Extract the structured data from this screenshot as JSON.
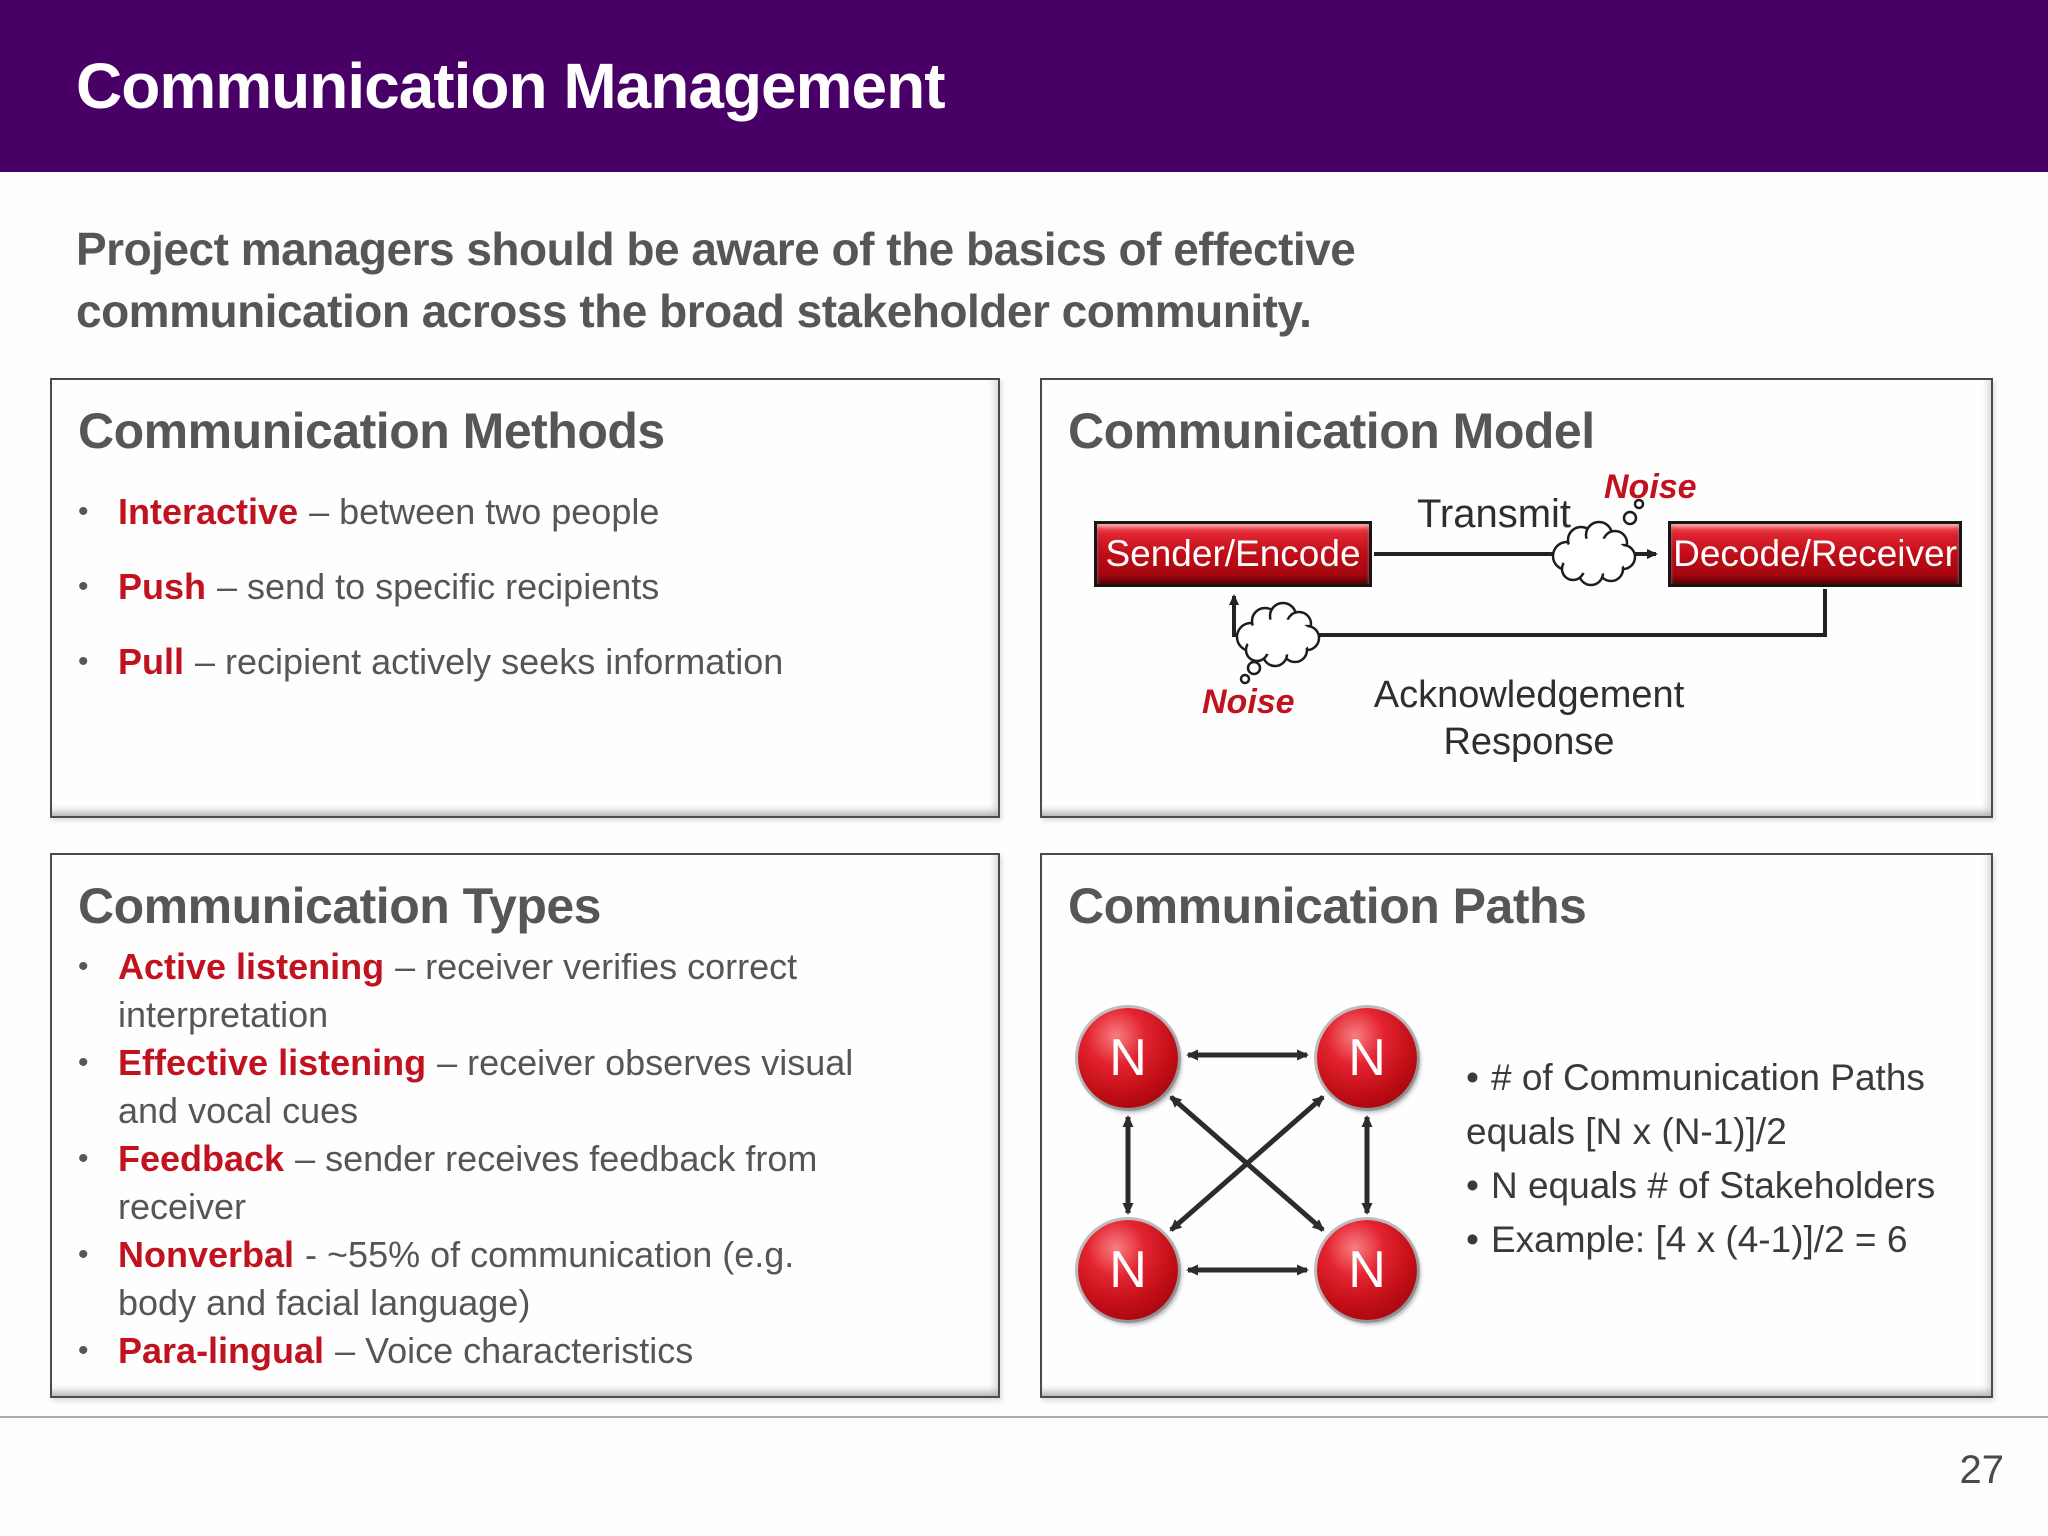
{
  "slide": {
    "header_title": "Communication Management",
    "subtitle_lines": [
      "Project managers should be aware of the basics of effective",
      "communication across the broad stakeholder community."
    ],
    "bullet_glyph": "•",
    "page_number": "27"
  },
  "methods": {
    "title": "Communication Methods",
    "bullets": [
      {
        "term": "Interactive",
        "rest_lines": [
          "– between two people"
        ]
      },
      {
        "term": "Push",
        "rest_lines": [
          "– send to specific recipients"
        ]
      },
      {
        "term": "Pull",
        "rest_lines": [
          "– recipient actively seeks information"
        ]
      }
    ]
  },
  "model": {
    "title": "Communication Model",
    "sender_label": "Sender/Encode",
    "receiver_label": "Decode/Receiver",
    "transmit_label": "Transmit",
    "noise_top": "Noise",
    "noise_bottom": "Noise",
    "ack_lines": [
      "Acknowledgement",
      "Response"
    ]
  },
  "types": {
    "title": "Communication Types",
    "bullets": [
      {
        "term": "Active listening",
        "rest_lines": [
          "– receiver verifies correct",
          "interpretation"
        ]
      },
      {
        "term": "Effective listening",
        "rest_lines": [
          "– receiver observes visual",
          "and vocal cues"
        ]
      },
      {
        "term": "Feedback",
        "rest_lines": [
          "– sender receives feedback from",
          "receiver"
        ]
      },
      {
        "term": "Nonverbal",
        "rest_lines": [
          "- ~55% of communication (e.g.",
          "body and facial language)"
        ]
      },
      {
        "term": "Para-lingual",
        "rest_lines": [
          "– Voice characteristics"
        ]
      }
    ]
  },
  "paths": {
    "title": "Communication Paths",
    "node_label": "N",
    "text_lines": [
      {
        "bullet": true,
        "text": "# of Communication Paths"
      },
      {
        "bullet": false,
        "text": "equals [N x (N-1)]/2"
      },
      {
        "bullet": true,
        "text": "N equals # of Stakeholders"
      },
      {
        "bullet": true,
        "text": "Example: [4 x (4-1)]/2 = 6"
      }
    ]
  },
  "colors": {
    "header_bg": "#480066",
    "accent_red": "#c1121f",
    "text_gray": "#565659",
    "line_dark": "#2c2c2c"
  }
}
